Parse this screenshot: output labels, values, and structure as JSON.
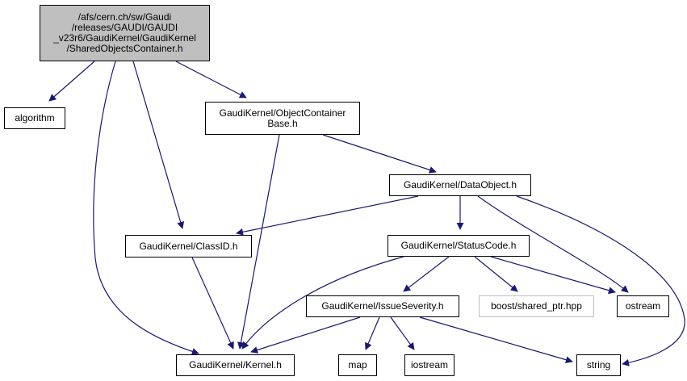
{
  "colors": {
    "edge": "#191970",
    "root_fill": "#bfbfbf",
    "external_border": "#bfbfbf"
  },
  "nodes": {
    "root": "/afs/cern.ch/sw/Gaudi\n/releases/GAUDI/GAUDI\n_v23r6/GaudiKernel/GaudiKernel\n/SharedObjectsContainer.h",
    "algorithm": "algorithm",
    "ocb": "GaudiKernel/ObjectContainer\nBase.h",
    "dataobject": "GaudiKernel/DataObject.h",
    "classid": "GaudiKernel/ClassID.h",
    "statuscode": "GaudiKernel/StatusCode.h",
    "issueseverity": "GaudiKernel/IssueSeverity.h",
    "boost": "boost/shared_ptr.hpp",
    "ostream": "ostream",
    "kernel": "GaudiKernel/Kernel.h",
    "map": "map",
    "iostream": "iostream",
    "string": "string"
  },
  "edges": [
    [
      "root",
      "algorithm"
    ],
    [
      "root",
      "classid"
    ],
    [
      "root",
      "kernel"
    ],
    [
      "root",
      "ocb"
    ],
    [
      "ocb",
      "kernel"
    ],
    [
      "ocb",
      "dataobject"
    ],
    [
      "dataobject",
      "classid"
    ],
    [
      "dataobject",
      "statuscode"
    ],
    [
      "dataobject",
      "ostream"
    ],
    [
      "dataobject",
      "string"
    ],
    [
      "classid",
      "kernel"
    ],
    [
      "statuscode",
      "kernel"
    ],
    [
      "statuscode",
      "issueseverity"
    ],
    [
      "statuscode",
      "boost"
    ],
    [
      "statuscode",
      "ostream"
    ],
    [
      "issueseverity",
      "kernel"
    ],
    [
      "issueseverity",
      "map"
    ],
    [
      "issueseverity",
      "iostream"
    ],
    [
      "issueseverity",
      "string"
    ]
  ]
}
